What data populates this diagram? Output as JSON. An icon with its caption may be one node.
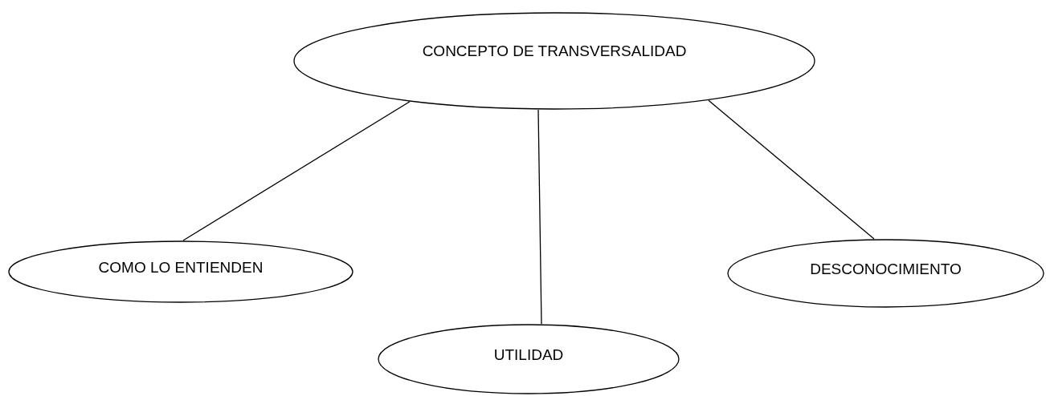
{
  "diagram": {
    "nodes": [
      {
        "text": [
          "CONCEPTO DE TRANSVERSALIDAD"
        ]
      },
      {
        "text": [
          "COMO LO ENTIENDEN"
        ]
      },
      {
        "text": [
          "UTILIDAD"
        ]
      },
      {
        "text": [
          "DESCONOCIMIENTO"
        ]
      }
    ],
    "edges": [
      {
        "from": 0,
        "to": 1,
        "arrow": "none"
      },
      {
        "from": 0,
        "to": 2,
        "arrow": "none"
      },
      {
        "from": 0,
        "to": 3,
        "arrow": "none"
      }
    ]
  }
}
